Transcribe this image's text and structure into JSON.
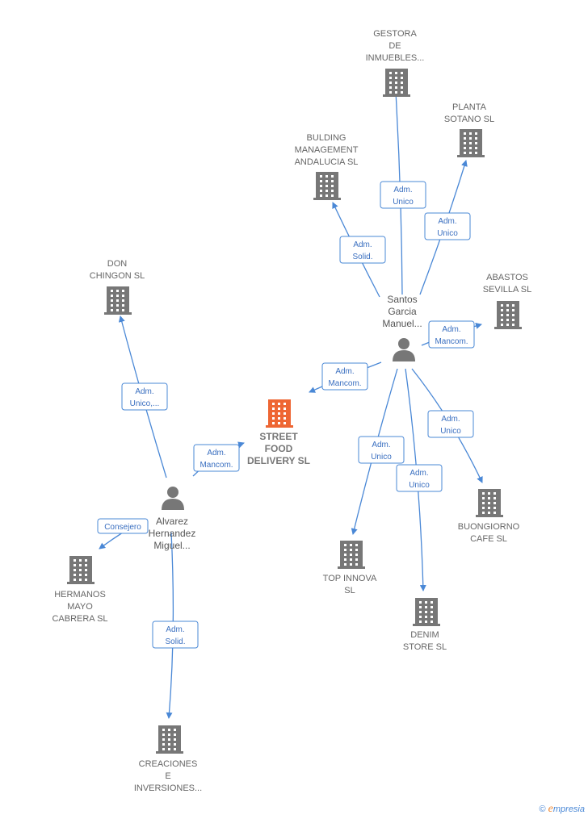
{
  "center": {
    "lines": [
      "STREET",
      "FOOD",
      "DELIVERY  SL"
    ]
  },
  "persons": [
    {
      "id": "santos",
      "lines": [
        "Santos",
        "Garcia",
        "Manuel..."
      ]
    },
    {
      "id": "alvarez",
      "lines": [
        "Alvarez",
        "Hernandez",
        "Miguel..."
      ]
    }
  ],
  "companies": [
    {
      "id": "gestora",
      "lines": [
        "GESTORA",
        "DE",
        "INMUEBLES..."
      ]
    },
    {
      "id": "planta",
      "lines": [
        "PLANTA",
        "SOTANO SL"
      ]
    },
    {
      "id": "bulding",
      "lines": [
        "BULDING",
        "MANAGEMENT",
        "ANDALUCIA  SL"
      ]
    },
    {
      "id": "abastos",
      "lines": [
        "ABASTOS",
        "SEVILLA  SL"
      ]
    },
    {
      "id": "don",
      "lines": [
        "DON",
        "CHINGON  SL"
      ]
    },
    {
      "id": "buongiorno",
      "lines": [
        "BUONGIORNO",
        "CAFE  SL"
      ]
    },
    {
      "id": "topinnova",
      "lines": [
        "TOP INNOVA",
        "SL"
      ]
    },
    {
      "id": "denim",
      "lines": [
        "DENIM",
        "STORE  SL"
      ]
    },
    {
      "id": "hermanos",
      "lines": [
        "HERMANOS",
        "MAYO",
        "CABRERA SL"
      ]
    },
    {
      "id": "creaciones",
      "lines": [
        "CREACIONES",
        "E",
        "INVERSIONES..."
      ]
    }
  ],
  "relations": [
    {
      "id": "santos-gestora",
      "lines": [
        "Adm.",
        "Unico"
      ]
    },
    {
      "id": "santos-planta",
      "lines": [
        "Adm.",
        "Unico"
      ]
    },
    {
      "id": "santos-bulding",
      "lines": [
        "Adm.",
        "Solid."
      ]
    },
    {
      "id": "santos-abastos",
      "lines": [
        "Adm.",
        "Mancom."
      ]
    },
    {
      "id": "santos-center",
      "lines": [
        "Adm.",
        "Mancom."
      ]
    },
    {
      "id": "santos-buongiorno",
      "lines": [
        "Adm.",
        "Unico"
      ]
    },
    {
      "id": "santos-topinnova",
      "lines": [
        "Adm.",
        "Unico"
      ]
    },
    {
      "id": "santos-denim",
      "lines": [
        "Adm.",
        "Unico"
      ]
    },
    {
      "id": "alvarez-don",
      "lines": [
        "Adm.",
        "Unico,..."
      ]
    },
    {
      "id": "alvarez-center",
      "lines": [
        "Adm.",
        "Mancom."
      ]
    },
    {
      "id": "alvarez-hermanos",
      "lines": [
        "Consejero"
      ]
    },
    {
      "id": "alvarez-creaciones",
      "lines": [
        "Adm.",
        "Solid."
      ]
    }
  ],
  "footer": {
    "copyright": "©",
    "brand_initial": "e",
    "brand_rest": "mpresia"
  },
  "colors": {
    "edge": "#4a88d6",
    "node": "#777777",
    "center": "#ee6633"
  }
}
